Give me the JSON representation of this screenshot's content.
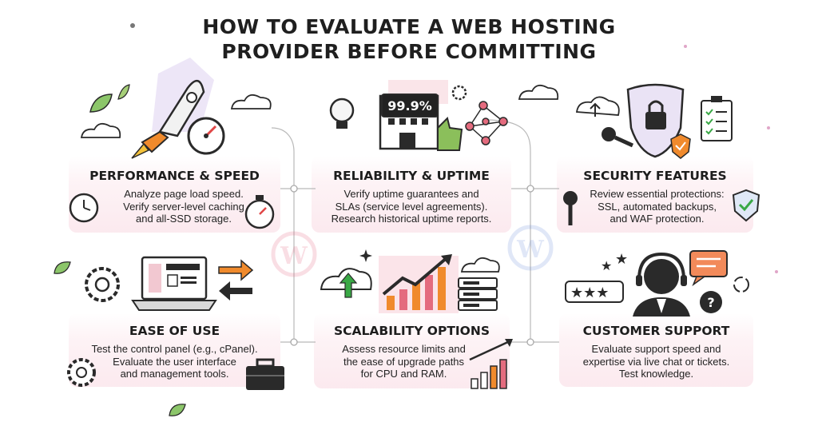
{
  "title": {
    "line1": "HOW TO EVALUATE A WEB HOSTING",
    "line2": "PROVIDER BEFORE COMMITTING"
  },
  "cards": [
    {
      "heading": "PERFORMANCE & SPEED",
      "lines": [
        "Analyze page load speed.",
        "Verify server-level caching",
        "and all-SSD storage."
      ]
    },
    {
      "heading": "RELIABILITY & UPTIME",
      "lines": [
        "Verify uptime guarantees and",
        "SLAs (service level agreements).",
        "Research historical uptime reports."
      ],
      "badge": "99.9%"
    },
    {
      "heading": "SECURITY FEATURES",
      "lines": [
        "Review essential protections:",
        "SSL, automated backups,",
        "and WAF protection."
      ]
    },
    {
      "heading": "EASE OF USE",
      "lines": [
        "Test the control panel (e.g., cPanel).",
        "Evaluate the user interface",
        "and management tools."
      ]
    },
    {
      "heading": "SCALABILITY OPTIONS",
      "lines": [
        "Assess resource limits and",
        "the ease of upgrade paths",
        "for CPU and RAM."
      ]
    },
    {
      "heading": "CUSTOMER SUPPORT",
      "lines": [
        "Evaluate support speed and",
        "expertise via live chat or tickets.",
        "Test knowledge."
      ]
    }
  ],
  "colors": {
    "accent_pink": "#f4b6c2",
    "ink": "#2a2a2a",
    "green": "#39a845",
    "orange": "#f08a2c",
    "red": "#e04646"
  }
}
